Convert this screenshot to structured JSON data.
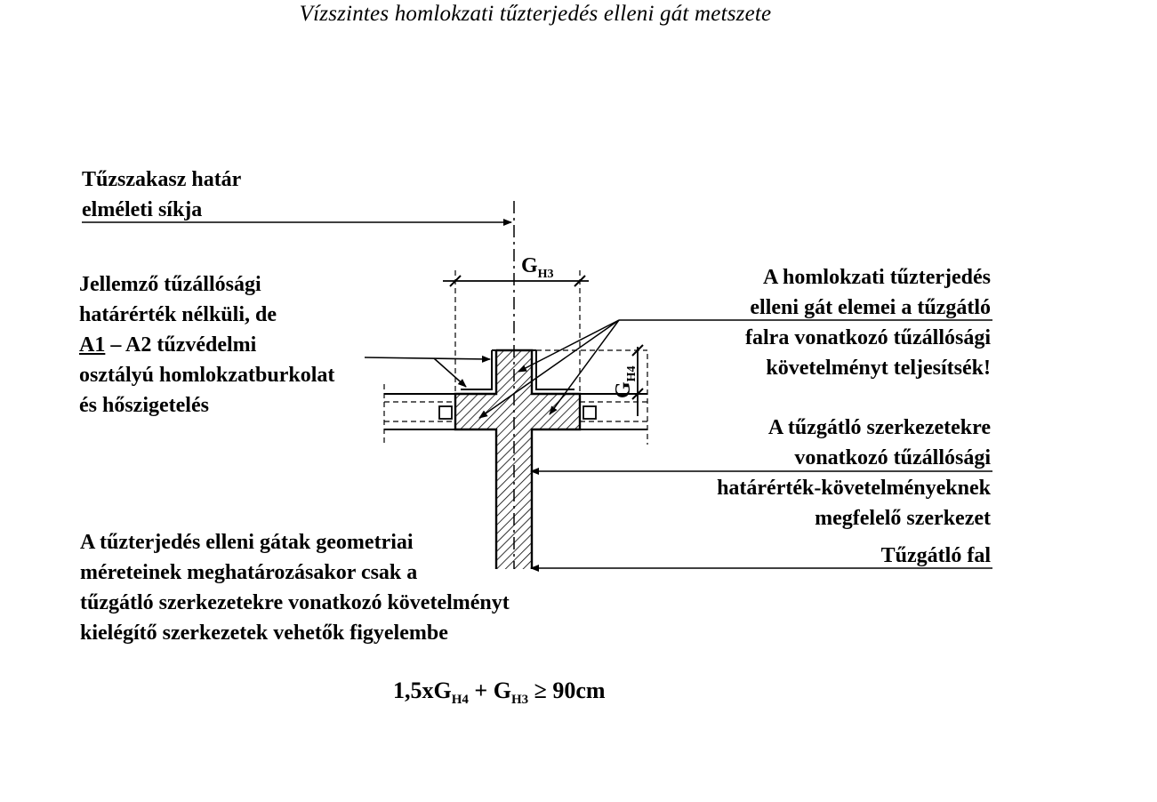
{
  "title": "Vízszintes homlokzati tűzterjedés elleni gát metszete",
  "labels": {
    "boundary": [
      "Tűzszakasz határ",
      "elméleti síkja"
    ],
    "cladding": [
      "Jellemző tűzállósági",
      "határérték nélküli, de",
      "A1",
      " – A2 tűzvédelmi",
      "osztályú homlokzatburkolat",
      "és hőszigetelés"
    ],
    "elements": [
      "A homlokzati tűzterjedés",
      "elleni gát elemei a tűzgátló",
      "falra vonatkozó tűzállósági",
      "követelményt teljesítsék!"
    ],
    "structure": [
      "A tűzgátló szerkezetekre",
      "vonatkozó tűzállósági",
      "határérték-követelményeknek",
      "megfelelő szerkezet"
    ],
    "wall": "Tűzgátló fal",
    "geometry_note": [
      "A tűzterjedés elleni gátak geometriai",
      "méreteinek meghatározásakor csak a",
      "tűzgátló szerkezetekre vonatkozó követelményt",
      "kielégítő szerkezetek vehetők figyelembe"
    ]
  },
  "dimensions": {
    "gh3": {
      "base": "G",
      "sub": "H3"
    },
    "gh4": {
      "base": "G",
      "sub": "H4"
    }
  },
  "formula": {
    "t1": "1,5xG",
    "s1": "H4",
    "t2": " + G",
    "s2": "H3",
    "t3": " ≥ 90cm"
  }
}
